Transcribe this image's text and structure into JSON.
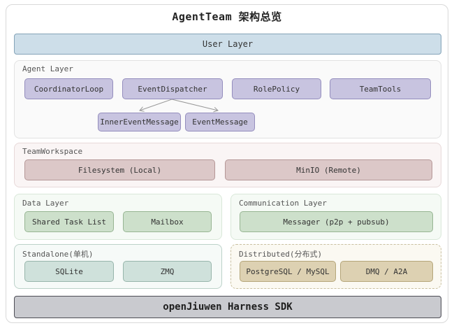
{
  "title": "AgentTeam 架构总览",
  "user_layer": {
    "label": "User Layer"
  },
  "agent_layer": {
    "label": "Agent Layer",
    "components": [
      "CoordinatorLoop",
      "EventDispatcher",
      "RolePolicy",
      "TeamTools"
    ],
    "messages": [
      "InnerEventMessage",
      "EventMessage"
    ]
  },
  "team_workspace": {
    "label": "TeamWorkspace",
    "components": [
      "Filesystem (Local)",
      "MinIO (Remote)"
    ]
  },
  "data_layer": {
    "label": "Data Layer",
    "components": [
      "Shared Task List",
      "Mailbox"
    ]
  },
  "communication_layer": {
    "label": "Communication Layer",
    "components": [
      "Messager (p2p + pubsub)"
    ]
  },
  "standalone": {
    "label": "Standalone(单机)",
    "components": [
      "SQLite",
      "ZMQ"
    ]
  },
  "distributed": {
    "label": "Distributed(分布式)",
    "components": [
      "PostgreSQL / MySQL",
      "DMQ / A2A"
    ]
  },
  "sdk_bar": {
    "label": "openJiuwen Harness SDK"
  },
  "colors": {
    "user_layer_bg": "#cddee9",
    "agent_node_bg": "#c8c4e0",
    "workspace_node_bg": "#dcc8c8",
    "data_node_bg": "#cde0cb",
    "standalone_node_bg": "#cfe1db",
    "distributed_node_bg": "#ddd1b2",
    "sdk_bar_bg": "#c9cacf",
    "arrow_stroke": "#999999"
  }
}
